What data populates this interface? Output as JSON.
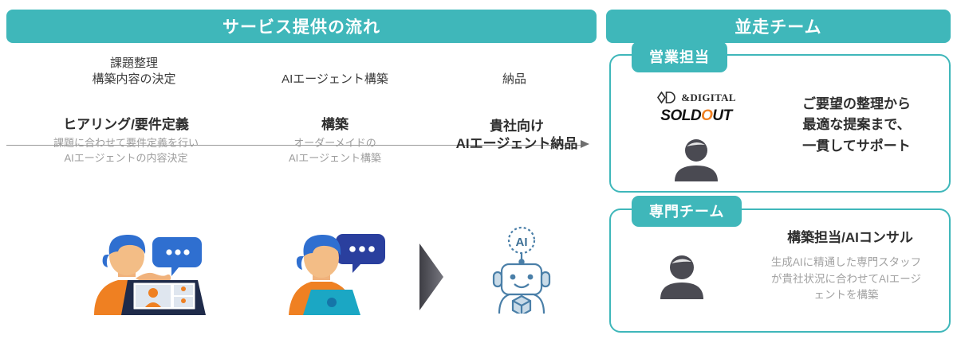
{
  "flow": {
    "header": "サービス提供の流れ",
    "phases": [
      {
        "label": "課題整理\n構築内容の決定"
      },
      {
        "label": "AIエージェント構築"
      },
      {
        "label": "納品"
      }
    ],
    "steps": [
      {
        "title": "ヒアリング/要件定義",
        "body": "課題に合わせて要件定義を行い\nAIエージェントの内容決定",
        "illustration": "person-video-call-laptop-illustration"
      },
      {
        "title": "構築",
        "body": "オーダーメイドの\nAIエージェント構築",
        "illustration": "person-laptop-chat-illustration"
      },
      {
        "title": "貴社向け\nAIエージェント納品",
        "body": "",
        "illustration": "ai-robot-illustration"
      }
    ],
    "robot_bubble_label": "AI"
  },
  "team": {
    "header": "並走チーム",
    "cards": [
      {
        "tab": "営業担当",
        "logos": [
          {
            "name": "and-digital-logo",
            "text": "&DIGITAL"
          },
          {
            "name": "soldout-logo",
            "text_1": "SOLD",
            "text_o": "O",
            "text_2": "UT"
          }
        ],
        "avatar": "person-avatar-icon",
        "text": "ご要望の整理から\n最適な提案まで、\n一貫してサポート"
      },
      {
        "tab": "専門チーム",
        "avatar": "person-avatar-icon",
        "heading": "構築担当/AIコンサル",
        "body": "生成AIに精通した専門スタッフ\nが貴社状況に合わせてAIエージ\nェントを構築"
      }
    ]
  },
  "colors": {
    "accent_teal": "#3fb7ba",
    "text_dark": "#2e2e2e",
    "text_muted": "#a2a2a2",
    "illus_blue": "#2f6fd0",
    "illus_orange": "#ef8022",
    "robot_blue": "#4a7fa8",
    "avatar_gray": "#4a4a52",
    "chevron_gray": "#55555c"
  }
}
